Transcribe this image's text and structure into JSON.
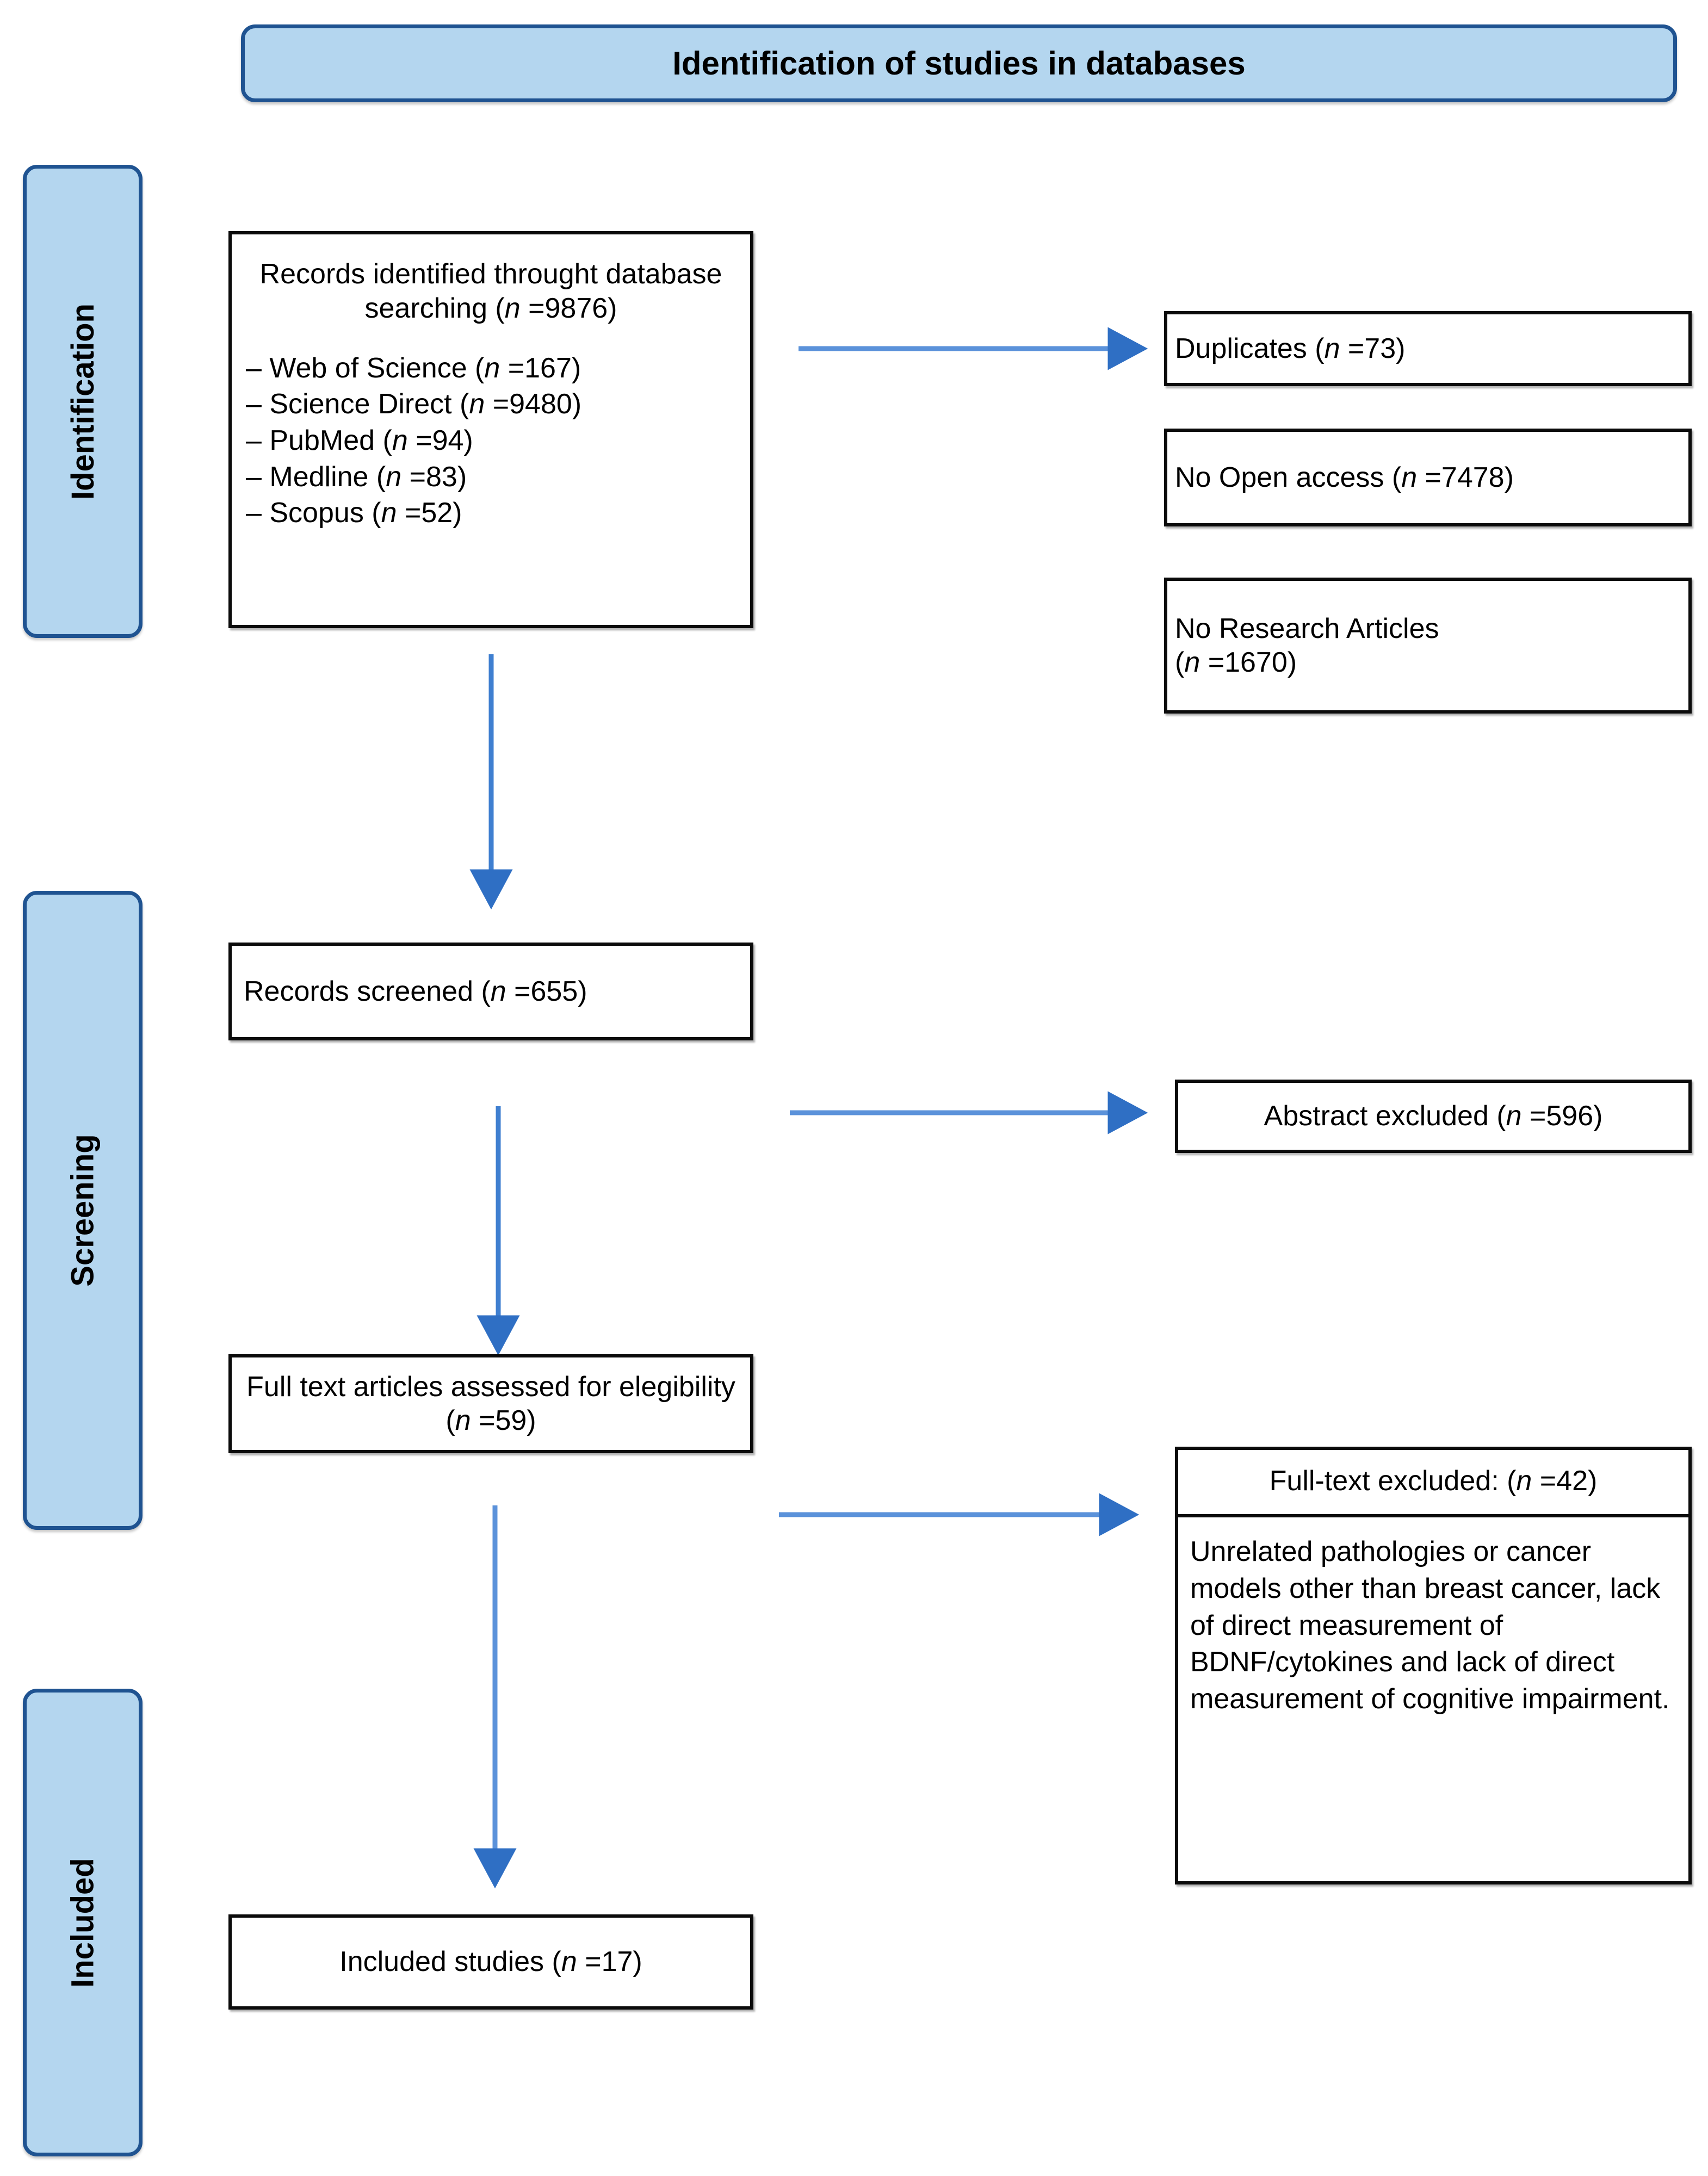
{
  "diagram": {
    "title": "Identification of studies in databases",
    "accent_color": "#1f5391",
    "bar_fill_color": "#b4d6ef",
    "arrow_color": "#3f7fd0",
    "box_border_color": "#0b0b0b"
  },
  "stages": [
    {
      "label": "Identification"
    },
    {
      "label": "Screening"
    },
    {
      "label": "Included"
    }
  ],
  "boxes": {
    "records_identified": {
      "lead": "Records identified throught database searching (n =9876)",
      "lead_text": "Records identified throught database searching (",
      "lead_n": "n",
      "lead_value": " =9876)",
      "sources": [
        {
          "dash": "–",
          "name": "Web of Science (",
          "n": "n",
          "value": " =167)"
        },
        {
          "dash": "–",
          "name": "Science Direct (",
          "n": "n",
          "value": " =9480)"
        },
        {
          "dash": "–",
          "name": "PubMed (",
          "n": "n",
          "value": " =94)"
        },
        {
          "dash": "–",
          "name": "Medline (",
          "n": "n",
          "value": " =83)"
        },
        {
          "dash": "–",
          "name": "Scopus (",
          "n": "n",
          "value": " =52)"
        }
      ]
    },
    "records_screened": {
      "text": "Records screened (",
      "n": "n",
      "value": " =655)"
    },
    "fulltext_assessed": {
      "text": "Full text articles assessed for elegibility (",
      "n": "n",
      "value": " =59)"
    },
    "included_studies": {
      "text": "Included studies (",
      "n": "n",
      "value": " =17)"
    },
    "duplicates": {
      "text": "Duplicates (",
      "n": "n",
      "value": " =73)"
    },
    "no_open_access": {
      "text": "No Open access (",
      "n": "n",
      "value": " =7478)"
    },
    "no_research_articles": {
      "line1": "No Research Articles",
      "n": "n",
      "line2_value": " =1670)",
      "line2_open": "("
    },
    "abstract_excluded": {
      "text": "Abstract excluded (",
      "n": "n",
      "value": " =596)"
    },
    "fulltext_excluded": {
      "head_text": "Full-text excluded: (",
      "head_n": "n",
      "head_value": " =42)",
      "body": "Unrelated pathologies or cancer models other than breast cancer, lack of direct measurement of BDNF/cytokines and lack of direct measurement of cognitive impairment."
    }
  }
}
